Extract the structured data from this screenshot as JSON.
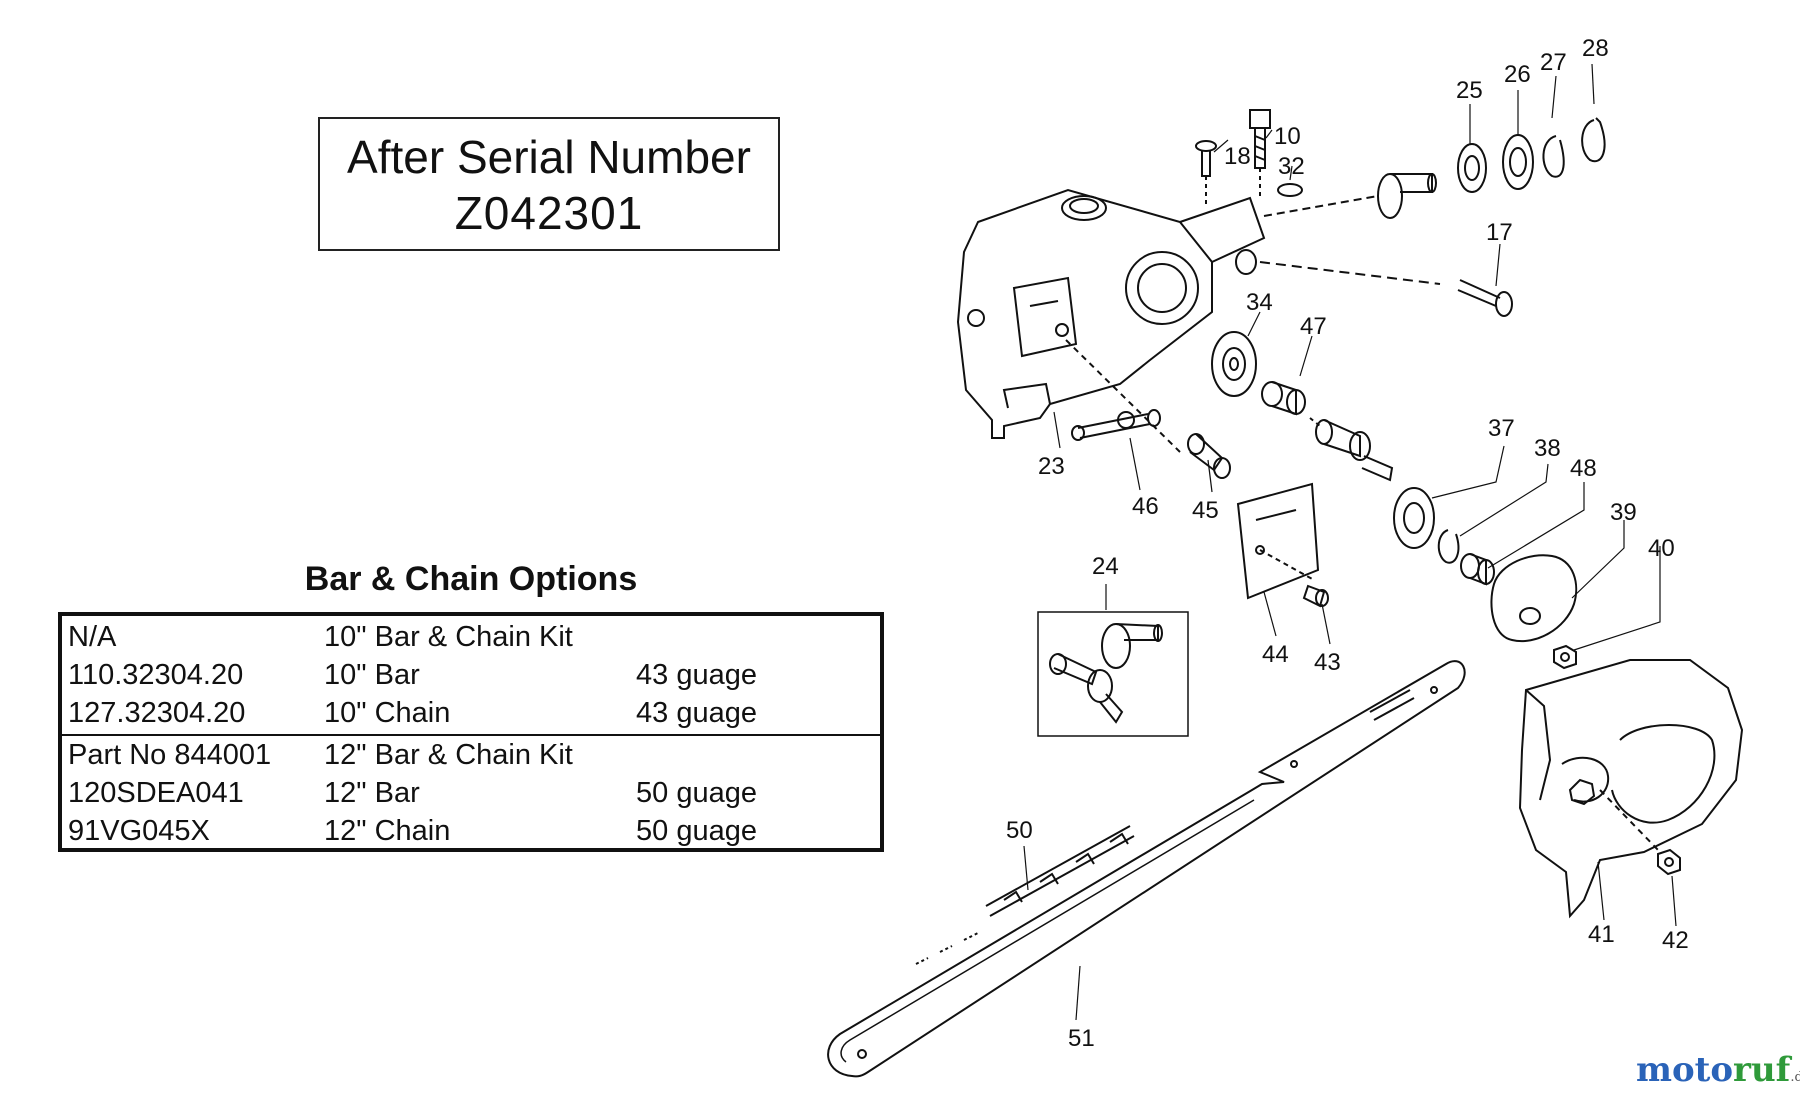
{
  "serial": {
    "line1": "After Serial Number",
    "line2": "Z042301"
  },
  "options": {
    "title": "Bar & Chain Options",
    "group1": [
      {
        "part": "N/A",
        "desc": "10\" Bar & Chain Kit",
        "gauge": ""
      },
      {
        "part": "110.32304.20",
        "desc": "10\" Bar",
        "gauge": "43 guage"
      },
      {
        "part": "127.32304.20",
        "desc": "10\" Chain",
        "gauge": "43 guage"
      }
    ],
    "group2": [
      {
        "part": "Part No 844001",
        "desc": "12\" Bar & Chain Kit",
        "gauge": ""
      },
      {
        "part": "120SDEA041",
        "desc": "12\" Bar",
        "gauge": "50 guage"
      },
      {
        "part": "91VG045X",
        "desc": "12\" Chain",
        "gauge": "50 guage"
      }
    ]
  },
  "callouts": [
    "10",
    "17",
    "18",
    "23",
    "24",
    "25",
    "26",
    "27",
    "28",
    "32",
    "34",
    "37",
    "38",
    "39",
    "40",
    "41",
    "42",
    "43",
    "44",
    "45",
    "46",
    "47",
    "48",
    "50",
    "51"
  ],
  "logo": {
    "main": "moto",
    "accent": "ruf",
    "suffix": ".de"
  }
}
